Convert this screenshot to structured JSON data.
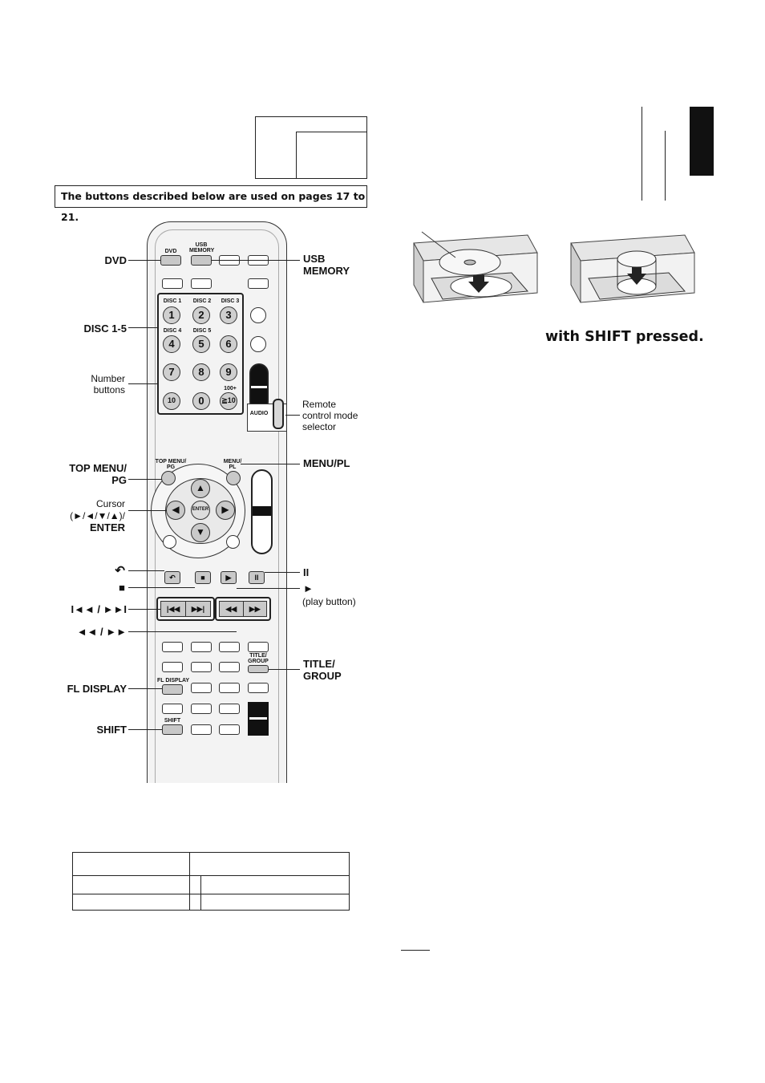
{
  "note": {
    "text": "The buttons described below are used on pages 17 to 21."
  },
  "labels": {
    "dvd": "DVD",
    "disc": "DISC 1-5",
    "number_buttons": "Number\nbuttons",
    "top_menu": "TOP MENU/\nPG",
    "cursor_line1": "Cursor",
    "cursor_line2": "(►/◄/▼/▲)/",
    "cursor_line3": "ENTER",
    "return": "↶",
    "stop": "■",
    "skip": "I◄◄ / ►►I",
    "search": "◄◄ / ►►",
    "fl_display": "FL DISPLAY",
    "shift": "SHIFT",
    "usb": "USB\nMEMORY",
    "remote_mode": "Remote\ncontrol mode\nselector",
    "menu_pl": "MENU/PL",
    "pause": "II",
    "play": "►",
    "play_caption": "(play button)",
    "title_group": "TITLE/\nGROUP"
  },
  "remote": {
    "dvd": "DVD",
    "usb": "USB\nMEMORY",
    "disc1": "DISC 1",
    "disc2": "DISC 2",
    "disc3": "DISC 3",
    "disc4": "DISC 4",
    "disc5": "DISC 5",
    "n1": "1",
    "n2": "2",
    "n3": "3",
    "n4": "4",
    "n5": "5",
    "n6": "6",
    "n7": "7",
    "n8": "8",
    "n9": "9",
    "n10": "10",
    "n0": "0",
    "n100": "100+",
    "n_ge10": "≧10",
    "audio": "AUDIO",
    "top_menu": "TOP MENU/\nPG",
    "menu": "MENU/\nPL",
    "enter": "ENTER",
    "title_group": "TITLE/\nGROUP",
    "fl_display": "FL DISPLAY",
    "shift": "SHIFT"
  },
  "shift_caption": "with SHIFT pressed."
}
